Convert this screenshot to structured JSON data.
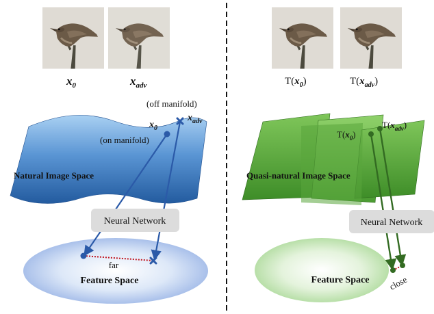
{
  "left": {
    "images": {
      "x0_label": {
        "main": "x",
        "sub": "0"
      },
      "xadv_label": {
        "main": "x",
        "sub": "adv"
      }
    },
    "manifold": {
      "title": "Natural Image Space",
      "color_top": "#9ec8ee",
      "color_bottom": "#2a63a8",
      "on_label": "(on manifold)",
      "off_label": "(off manifold)",
      "x0_main": "x",
      "x0_sub": "0",
      "xadv_main": "x",
      "xadv_sub": "adv"
    },
    "network": {
      "label": "Neural Network"
    },
    "feature": {
      "title": "Feature Space",
      "distance_label": "far"
    }
  },
  "right": {
    "images": {
      "tx0_label": {
        "prefix": "T(",
        "main": "x",
        "sub": "0",
        "suffix": ")"
      },
      "txadv_label": {
        "prefix": "T(",
        "main": "x",
        "sub": "adv",
        "suffix": ")"
      }
    },
    "manifold": {
      "title": "Quasi-natural Image Space",
      "color_top": "#8fd06e",
      "color_bottom": "#3d8a2a",
      "p0_prefix": "T(",
      "p0_main": "x",
      "p0_sub": "0",
      "p0_suffix": ")",
      "p1_prefix": "T(",
      "p1_main": "x",
      "p1_sub": "adv",
      "p1_suffix": ")"
    },
    "network": {
      "label": "Neural Network"
    },
    "feature": {
      "title": "Feature Space",
      "distance_label": "close"
    }
  },
  "colors": {
    "blue_marker": "#2b5aa8",
    "green_marker": "#336b22",
    "red_dist": "#c0141e",
    "nn_box": "#dcdcdc"
  }
}
